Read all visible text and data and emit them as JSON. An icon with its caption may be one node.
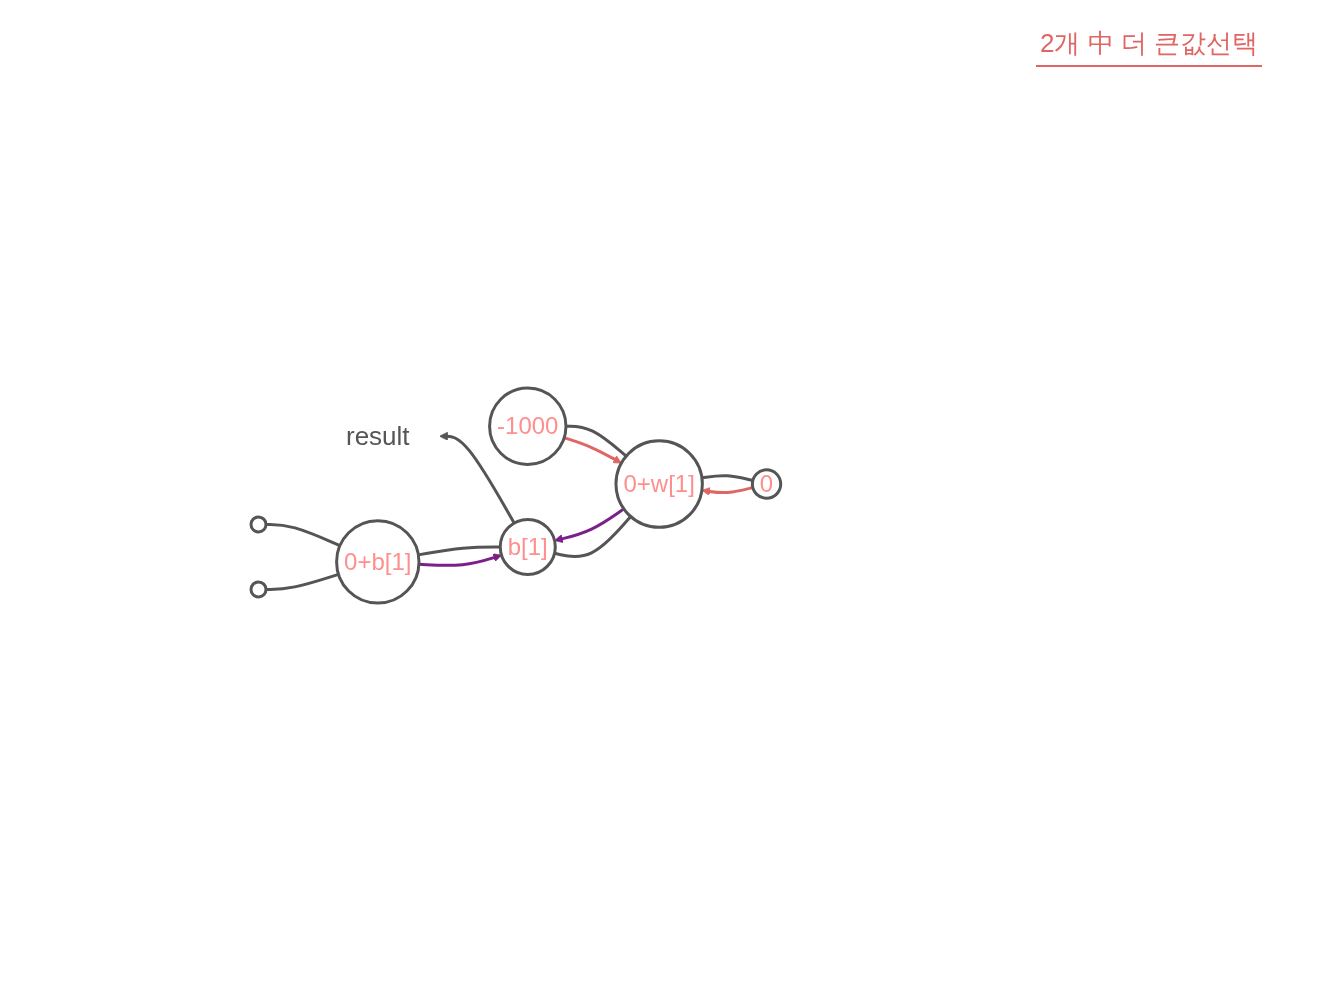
{
  "diagram": {
    "nodes": [
      {
        "text": [
          "0"
        ]
      },
      {
        "text": [
          "0+w[1]"
        ]
      },
      {
        "text": [
          "-1000"
        ]
      },
      {
        "text": [
          "result"
        ]
      },
      {
        "text": [
          "b[1]"
        ]
      },
      {
        "text": [],
        "shape": "circle"
      },
      {
        "text": [
          "0+b[1]"
        ]
      },
      {
        "text": [],
        "shape": "circle"
      }
    ],
    "edges": [
      {
        "from": 0,
        "to": 1,
        "arrow": "none"
      },
      {
        "from": 0,
        "to": 1,
        "arrow": "to",
        "color": "#e06666"
      },
      {
        "from": 1,
        "to": 2,
        "arrow": "none"
      },
      {
        "from": 2,
        "to": 1,
        "arrow": "to",
        "color": "#e06666"
      },
      {
        "from": 4,
        "to": 1,
        "arrow": "none"
      },
      {
        "from": 1,
        "to": 4,
        "arrow": "to",
        "color": "#7b1f8a"
      },
      {
        "from": 4,
        "to": 6,
        "arrow": "none"
      },
      {
        "from": 6,
        "to": 4,
        "arrow": "to",
        "color": "#7b1f8a"
      },
      {
        "from": 6,
        "to": 5,
        "arrow": "none"
      },
      {
        "from": 6,
        "to": 7,
        "arrow": "none"
      },
      {
        "from": 4,
        "to": 3,
        "arrow": "to"
      }
    ],
    "labels": [
      "2개 中 더 큰값선택"
    ]
  }
}
